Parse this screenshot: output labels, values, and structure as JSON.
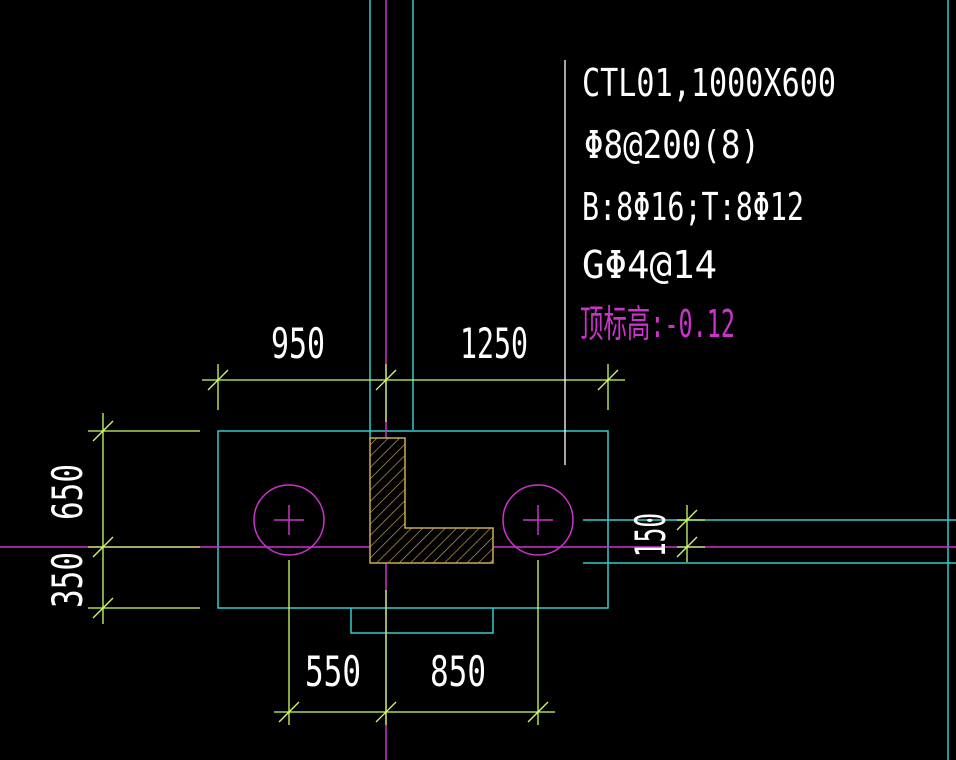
{
  "colors": {
    "background": "#000000",
    "column_outline": "#33cccc",
    "dimension": "#ccff66",
    "axis": "#cc33cc",
    "text": "#ffffff",
    "elevation_text": "#cc33cc",
    "column_fill": "#ccaa55",
    "leader": "#ffffff"
  },
  "annotation": {
    "cap_id_size": "CTL01,1000X600",
    "stirrups": "Φ8@200(8)",
    "longitudinal": "B:8Φ16;T:8Φ12",
    "side_bars": "GΦ4@14",
    "top_elevation": "顶标高:-0.12"
  },
  "dimensions": {
    "top_left": "950",
    "top_right": "1250",
    "left_upper": "650",
    "left_lower": "350",
    "bottom_left": "550",
    "bottom_right": "850",
    "right_offset": "150"
  },
  "symbols": {
    "pile": "pile-circle-cross"
  }
}
